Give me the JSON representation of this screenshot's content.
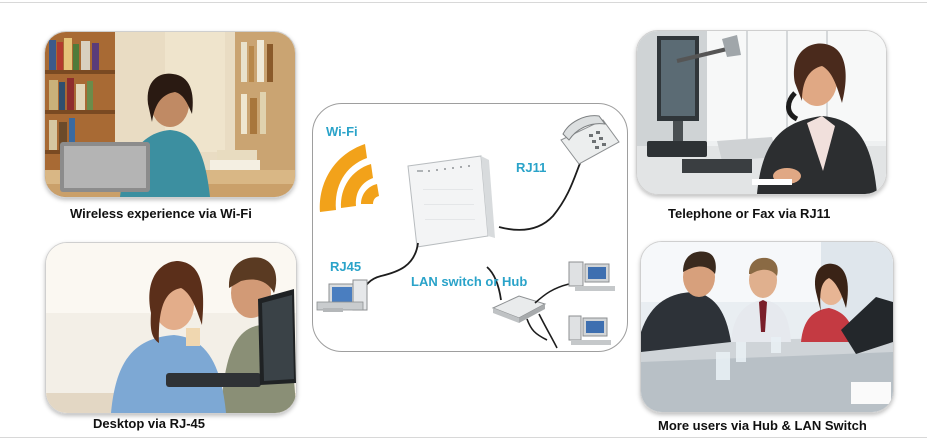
{
  "captions": {
    "wifi": "Wireless experience via Wi-Fi",
    "phone": "Telephone or Fax via RJ11",
    "desktop": "Desktop  via RJ-45",
    "meeting": "More users via Hub & LAN Switch"
  },
  "center": {
    "wifi": "Wi-Fi",
    "rj11": "RJ11",
    "rj45": "RJ45",
    "lan": "LAN switch or Hub"
  },
  "colors": {
    "accent": "#2aa3c9",
    "wifi_orange": "#f2a21a"
  }
}
